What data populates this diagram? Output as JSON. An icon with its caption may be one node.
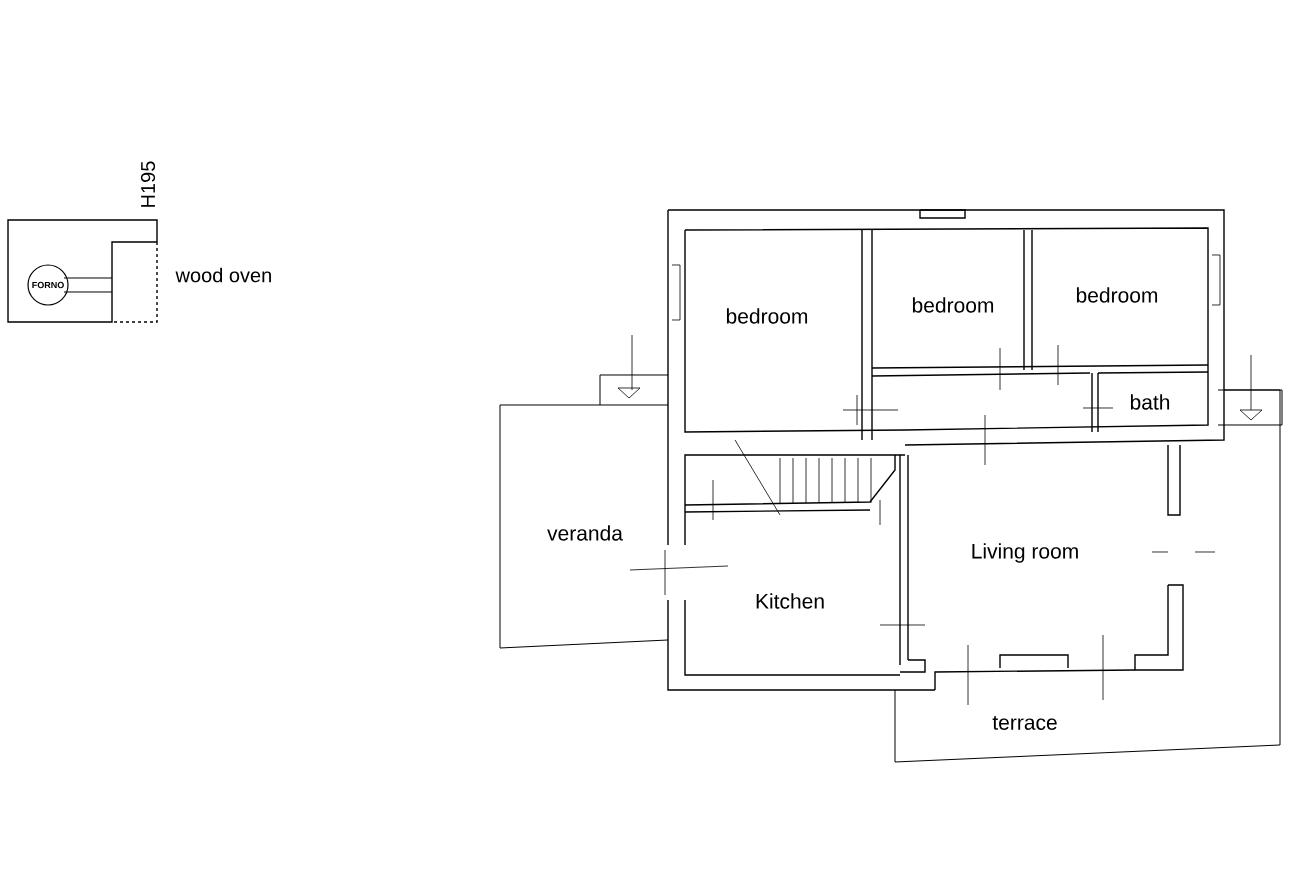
{
  "diagram": {
    "nodes": [
      {
        "text": [
          "FORNO"
        ]
      },
      {
        "text": [
          "bedroom"
        ]
      },
      {
        "text": [
          "bedroom"
        ]
      },
      {
        "text": [
          "bedroom"
        ]
      },
      {
        "text": [
          "bath"
        ]
      },
      {
        "text": [
          "veranda"
        ]
      },
      {
        "text": [
          "Living room"
        ]
      },
      {
        "text": [
          "Kitchen"
        ]
      },
      {
        "text": [
          "terrace"
        ]
      }
    ],
    "labels": [
      "H195",
      "wood oven"
    ]
  }
}
